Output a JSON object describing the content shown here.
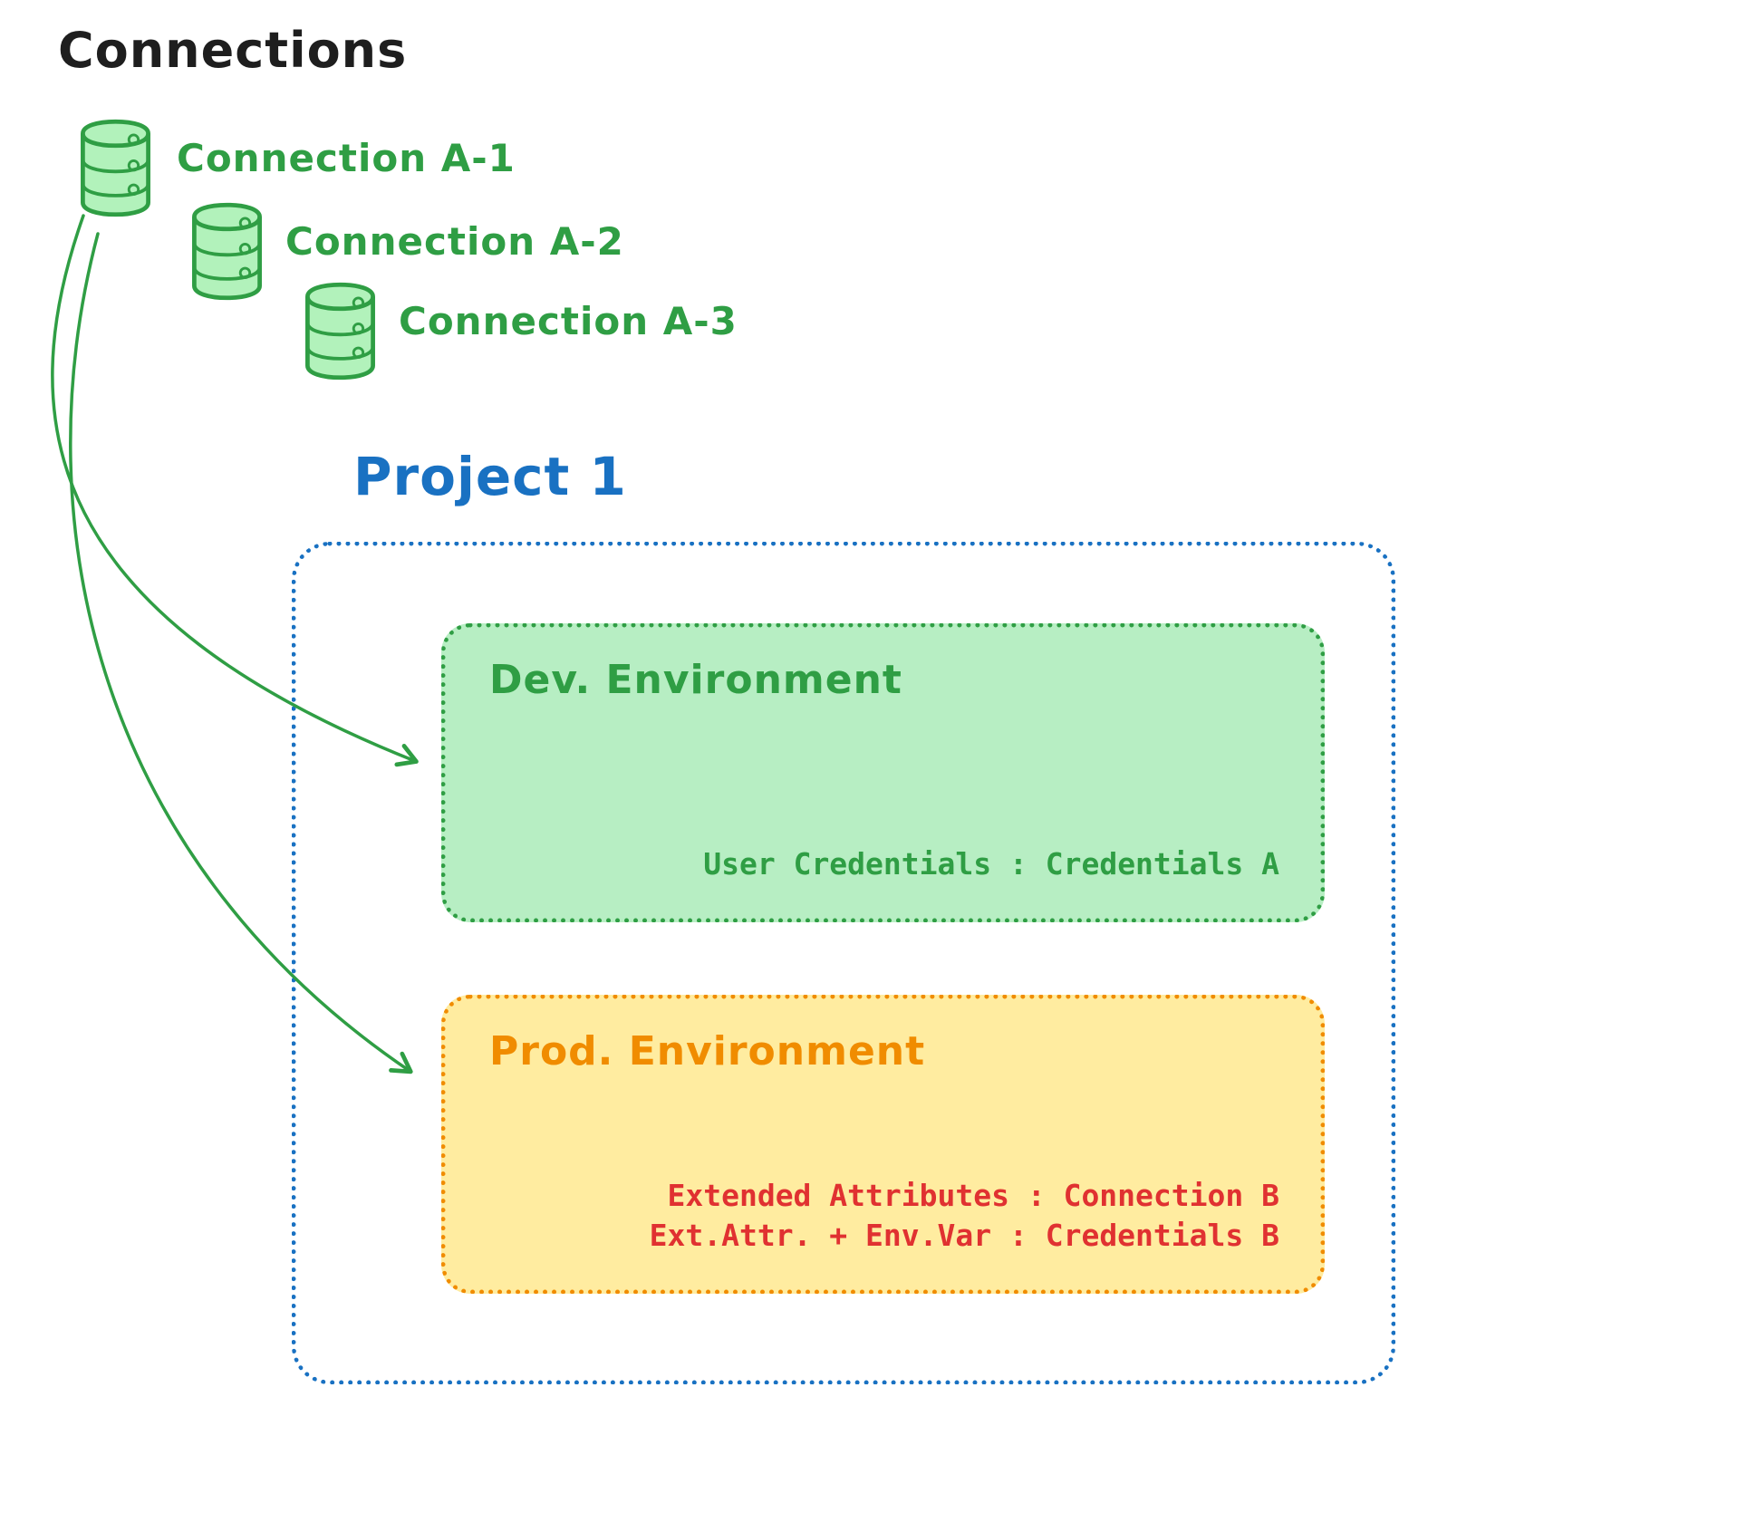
{
  "title": "Connections",
  "connections": [
    {
      "label": "Connection A-1"
    },
    {
      "label": "Connection A-2"
    },
    {
      "label": "Connection A-3"
    }
  ],
  "project": {
    "title": "Project 1",
    "dev_environment": {
      "title": "Dev. Environment",
      "note": "User Credentials : Credentials A"
    },
    "prod_environment": {
      "title": "Prod. Environment",
      "note_line1": "Extended Attributes : Connection B",
      "note_line2": "Ext.Attr. + Env.Var : Credentials B"
    }
  },
  "icons": {
    "database": "database-icon",
    "arrow": "arrow-icon"
  },
  "colors": {
    "text_black": "#1e1e1e",
    "green": "#2f9e44",
    "green_fill": "#b7eec3",
    "db_fill": "#b2f2bb",
    "blue": "#1971c2",
    "orange": "#f08c00",
    "orange_fill": "#ffeca0",
    "red": "#e03131",
    "background": "#ffffff"
  }
}
